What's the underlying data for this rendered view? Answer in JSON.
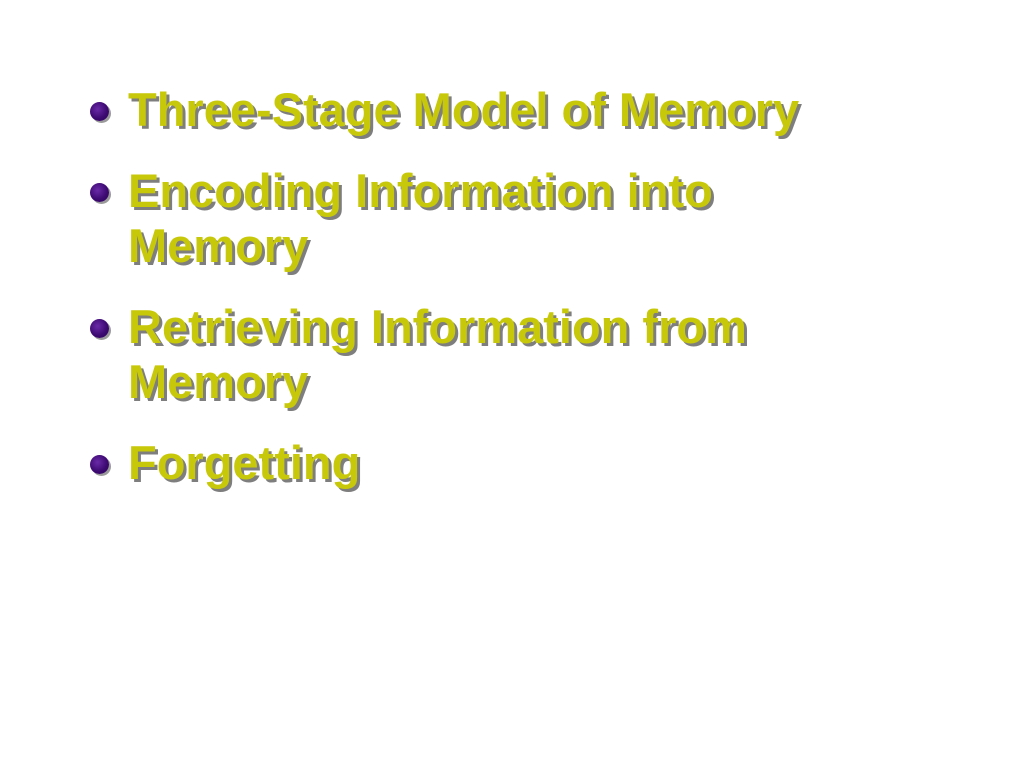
{
  "slide": {
    "accent_text_color": "#c8c80a",
    "bullet_color": "#3d0a72",
    "bullets": [
      {
        "text": "Three-Stage Model of Memory"
      },
      {
        "text": "Encoding Information into Memory"
      },
      {
        "text": "Retrieving Information from Memory"
      },
      {
        "text": "Forgetting"
      }
    ]
  }
}
